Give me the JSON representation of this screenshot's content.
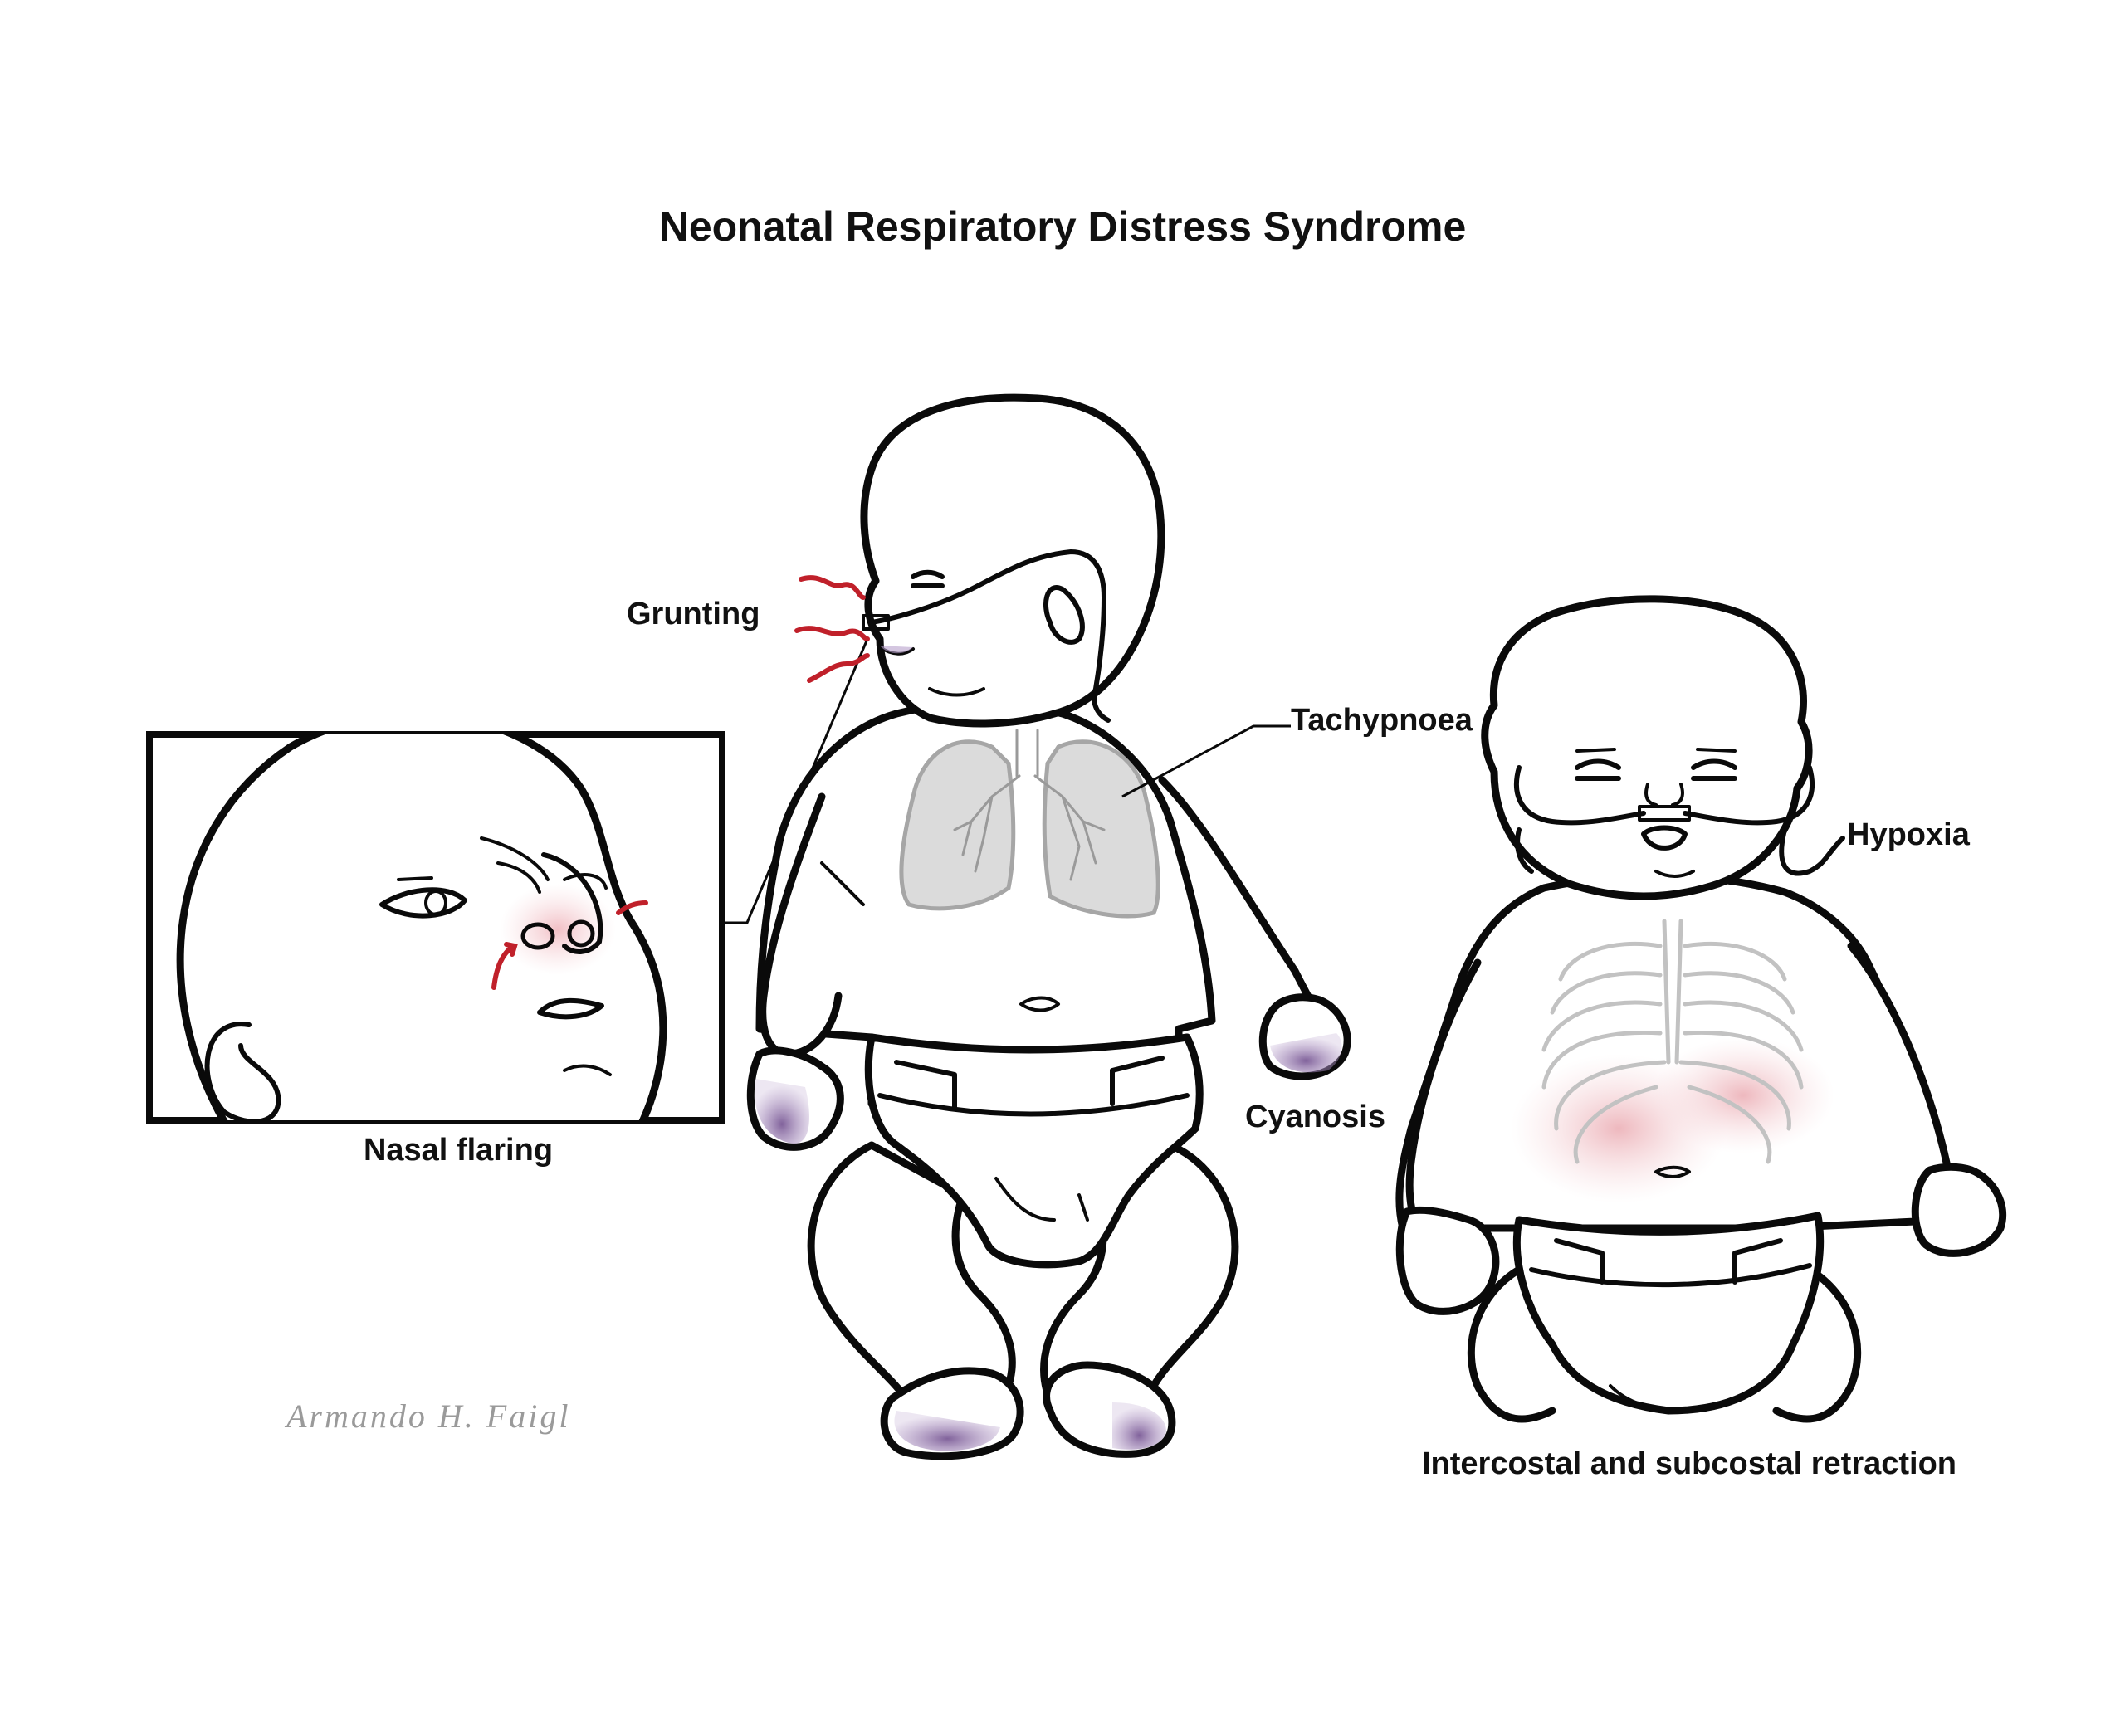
{
  "title": "Neonatal Respiratory Distress Syndrome",
  "labels": {
    "grunting": "Grunting",
    "tachypnoea": "Tachypnoea",
    "cyanosis": "Cyanosis",
    "hypoxia": "Hypoxia",
    "nasal_flaring": "Nasal flaring",
    "retraction": "Intercostal and subcostal retraction"
  },
  "signature": "Armando H. Faigl",
  "colors": {
    "outline": "#0a0a0a",
    "cyanosis": "#7a5a96",
    "distress_red": "#c0202a",
    "organ_grey": "#bfbfbf",
    "retraction_pink": "#e8a0a8"
  }
}
